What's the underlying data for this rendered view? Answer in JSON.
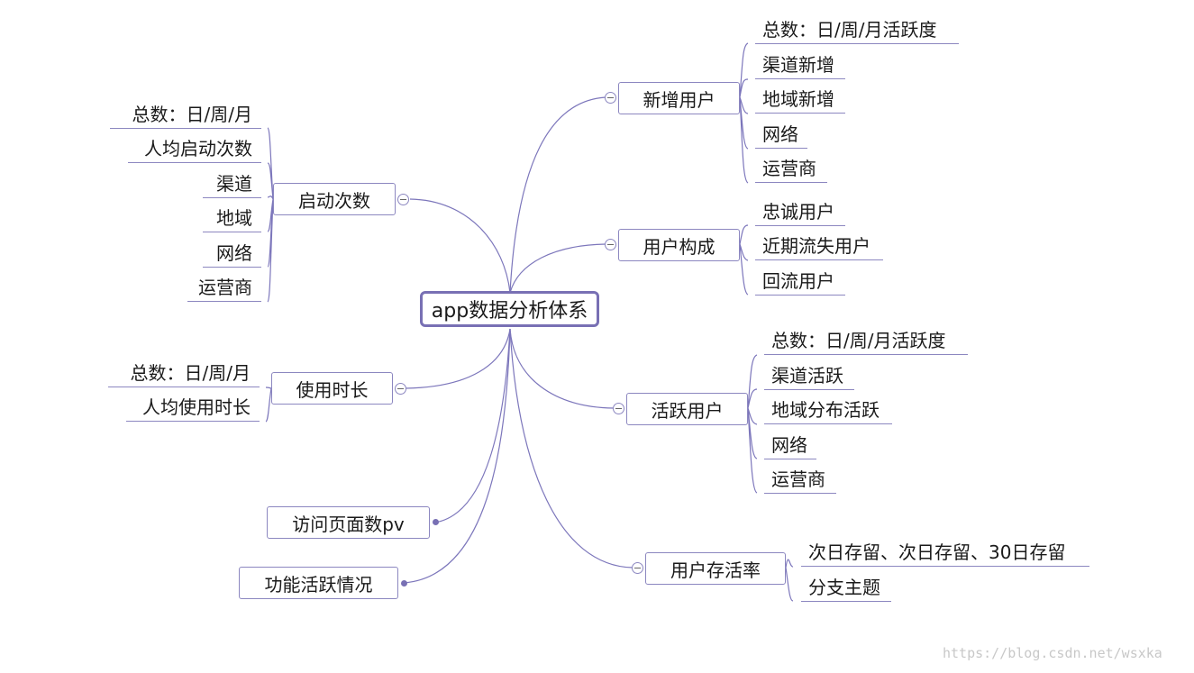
{
  "root": "app数据分析体系",
  "right": [
    {
      "label": "新增用户",
      "children": [
        "总数：日/周/月活跃度",
        "渠道新增",
        "地域新增",
        "网络",
        "运营商"
      ]
    },
    {
      "label": "用户构成",
      "children": [
        "忠诚用户",
        "近期流失用户",
        "回流用户"
      ]
    },
    {
      "label": "活跃用户",
      "children": [
        "总数：日/周/月活跃度",
        "渠道活跃",
        "地域分布活跃",
        "网络",
        "运营商"
      ]
    },
    {
      "label": "用户存活率",
      "children": [
        "次日存留、次日存留、30日存留",
        "分支主题"
      ]
    }
  ],
  "left": [
    {
      "label": "启动次数",
      "children": [
        "总数：日/周/月",
        "人均启动次数",
        "渠道",
        "地域",
        "网络",
        "运营商"
      ]
    },
    {
      "label": "使用时长",
      "children": [
        "总数：日/周/月",
        "人均使用时长"
      ]
    },
    {
      "label": "访问页面数pv",
      "children": []
    },
    {
      "label": "功能活跃情况",
      "children": []
    }
  ],
  "watermark": "https://blog.csdn.net/wsxka",
  "colors": {
    "line": "#7c76bb",
    "border": "#8c87c0",
    "root_border": "#7870b4"
  }
}
